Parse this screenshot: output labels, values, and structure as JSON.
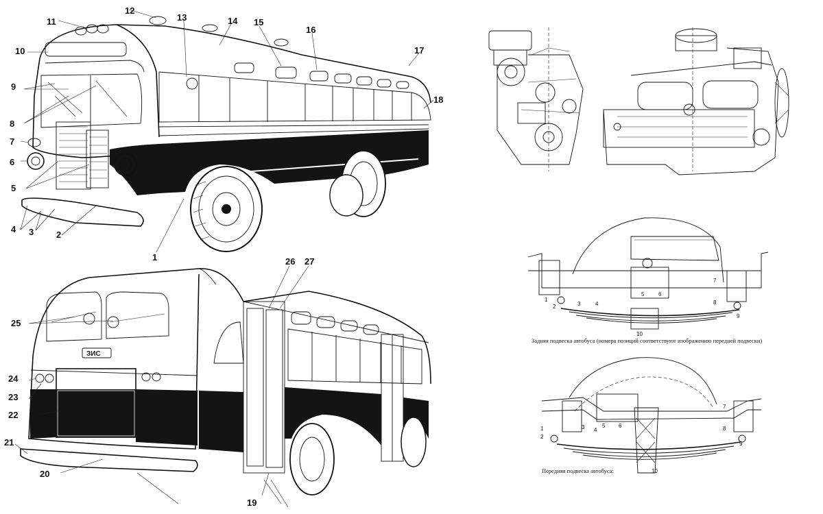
{
  "callouts_front": [
    "1",
    "2",
    "3",
    "4",
    "5",
    "6",
    "7",
    "8",
    "9",
    "10",
    "11",
    "12",
    "13",
    "14",
    "15",
    "16",
    "17",
    "18"
  ],
  "callouts_rear": [
    "19",
    "20",
    "21",
    "22",
    "23",
    "24",
    "25",
    "26",
    "27"
  ],
  "badge": "ЗИС",
  "rear_suspension": {
    "numbers": [
      "1",
      "2",
      "3",
      "4",
      "5",
      "6",
      "7",
      "8",
      "9",
      "10"
    ],
    "caption": "Задняя подвеска автобуса (номера позиций соответствуют изображению передней подвески)"
  },
  "front_suspension": {
    "numbers": [
      "1",
      "2",
      "3",
      "4",
      "5",
      "6",
      "7",
      "8",
      "9",
      "10"
    ],
    "caption": "Передняя подвеска автобуса:"
  },
  "colors": {
    "ink": "#111111",
    "body_dark": "#141414",
    "paper": "#ffffff"
  }
}
